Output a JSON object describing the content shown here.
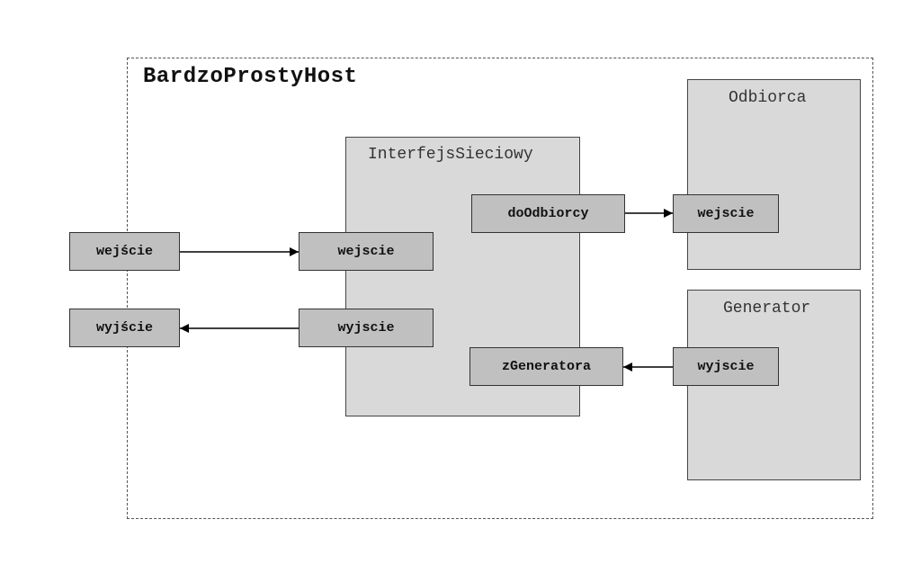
{
  "host": {
    "title": "BardzoProstyHost"
  },
  "external": {
    "input_label": "wejście",
    "output_label": "wyjście"
  },
  "interface": {
    "title": "InterfejsSieciowy",
    "in_label": "wejscie",
    "out_label": "wyjscie",
    "to_receiver_label": "doOdbiorcy",
    "from_generator_label": "zGeneratora"
  },
  "receiver": {
    "title": "Odbiorca",
    "in_label": "wejscie"
  },
  "generator": {
    "title": "Generator",
    "out_label": "wyjscie"
  }
}
